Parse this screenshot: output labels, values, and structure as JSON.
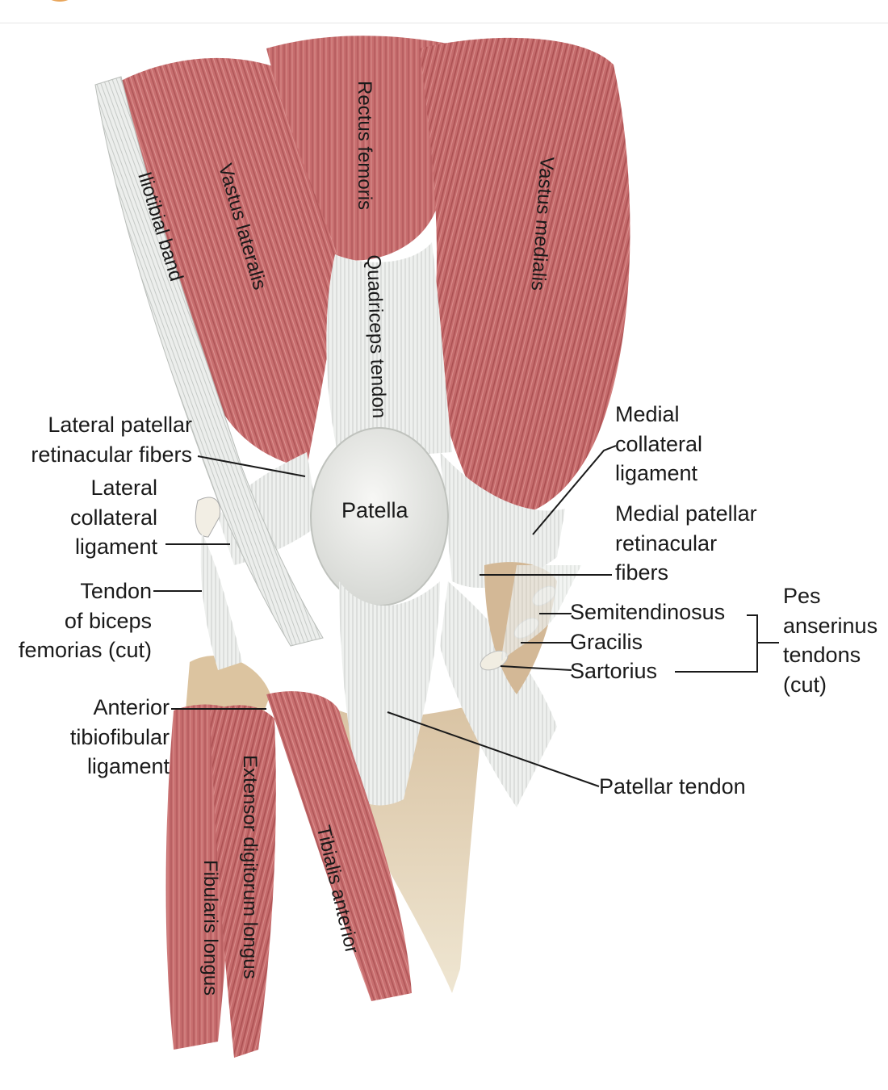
{
  "labels": {
    "lateral_patellar_retinacular_fibers": "Lateral patellar\nretinacular fibers",
    "lateral_collateral_ligament": "Lateral\ncollateral\nligament",
    "tendon_of_biceps_femoris": "Tendon\nof biceps\nfemorias (cut)",
    "anterior_tibiofibular_ligament": "Anterior\ntibiofibular\nligament",
    "medial_collateral_ligament": "Medial\ncollateral\nligament",
    "medial_patellar_retinacular_fibers": "Medial patellar\nretinacular\nfibers",
    "semitendinosus": "Semitendinosus",
    "gracilis": "Gracilis",
    "sartorius": "Sartorius",
    "pes_anserinus_tendons": "Pes\nanserinus\ntendons\n(cut)",
    "patellar_tendon": "Patellar tendon",
    "patella": "Patella",
    "iliotibial_band": "Iliotibial band",
    "vastus_lateralis": "Vastus lateralis",
    "rectus_femoris": "Rectus femoris",
    "quadriceps_tendon": "Quadriceps tendon",
    "vastus_medialis": "Vastus medialis",
    "extensor_digitorum_longus": "Extensor digitorum longus",
    "fibularis_longus": "Fibularis longus",
    "tibialis_anterior": "Tibialis anterior"
  },
  "colors": {
    "muscle": "#c96f6f",
    "muscle_dark": "#a94e50",
    "tendon": "#eceeec",
    "bone": "#d9c3a3",
    "leader_line": "#1a1a1a"
  }
}
